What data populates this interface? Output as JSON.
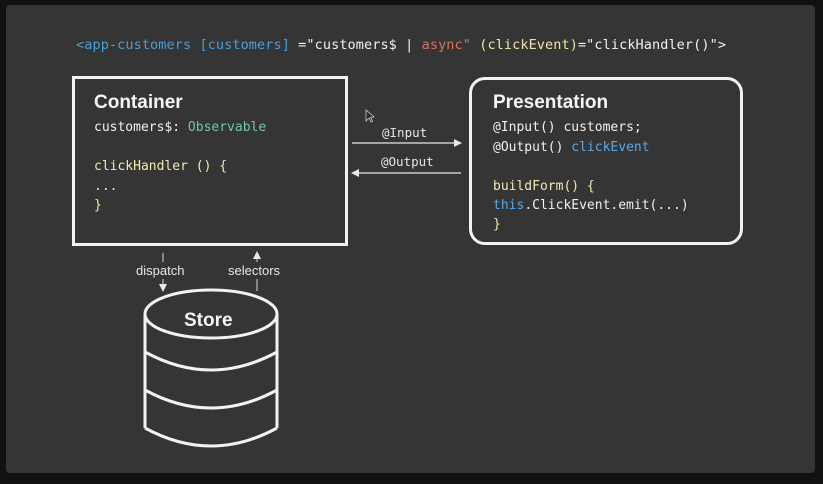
{
  "template_line": {
    "open": "<",
    "tag": "app-customers",
    "binding": "[customers]",
    "eq": " =\"customers$",
    "pipe": " | ",
    "async": "async\"",
    "event": " (clickEvent)",
    "handler": "=\"clickHandler()\">"
  },
  "container": {
    "title": "Container",
    "line1_name": "customers$:",
    "line1_type": " Observable",
    "line2": "clickHandler () {",
    "line3": "...",
    "line4": "}"
  },
  "presentation": {
    "title": "Presentation",
    "line1_dec": "@Input() ",
    "line1_name": "customers;",
    "line2_dec": "@Output() ",
    "line2_name": "clickEvent",
    "line3": "buildForm() {",
    "line4_this": "this",
    "line4_rest": ".ClickEvent.emit(...)",
    "line5": "}"
  },
  "arrows": {
    "input_label": "@Input",
    "output_label": "@Output"
  },
  "store": {
    "title": "Store",
    "dispatch_label": "dispatch",
    "selectors_label": "selectors"
  },
  "colors": {
    "slide_bg": "#353535",
    "outer_bg": "#111111",
    "stroke": "#f2f2f2",
    "blue": "#4a9fd8",
    "green": "#6fc7a6",
    "yellow": "#f0e6a8",
    "red": "#d9735a"
  },
  "icons": {
    "cursor": "mouse-pointer-icon"
  }
}
